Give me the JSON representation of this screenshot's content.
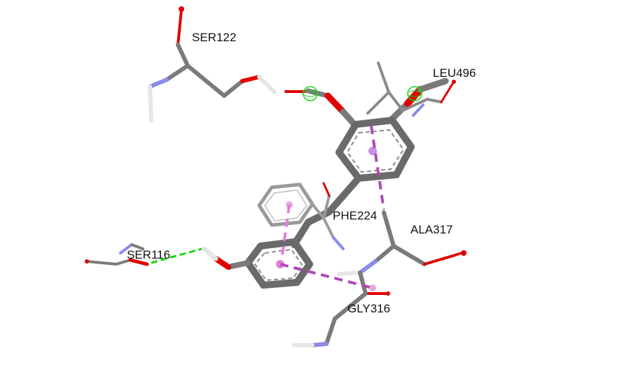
{
  "labels": {
    "ser122": "SER122",
    "leu496": "LEU496",
    "phe224": "PHE224",
    "ala317": "ALA317",
    "ser116": "SER116",
    "gly316": "GLY316"
  },
  "colors": {
    "carbon": "#7a7a7a",
    "carbon_dark": "#5f5f5f",
    "oxygen": "#e00000",
    "nitrogen": "#8b8be8",
    "hydrogen": "#e6e6e6",
    "pi_interaction": "#b04ab4",
    "pi_pink": "#e47fd8",
    "hbond": "#16d916",
    "centroid": "#c690e8"
  }
}
